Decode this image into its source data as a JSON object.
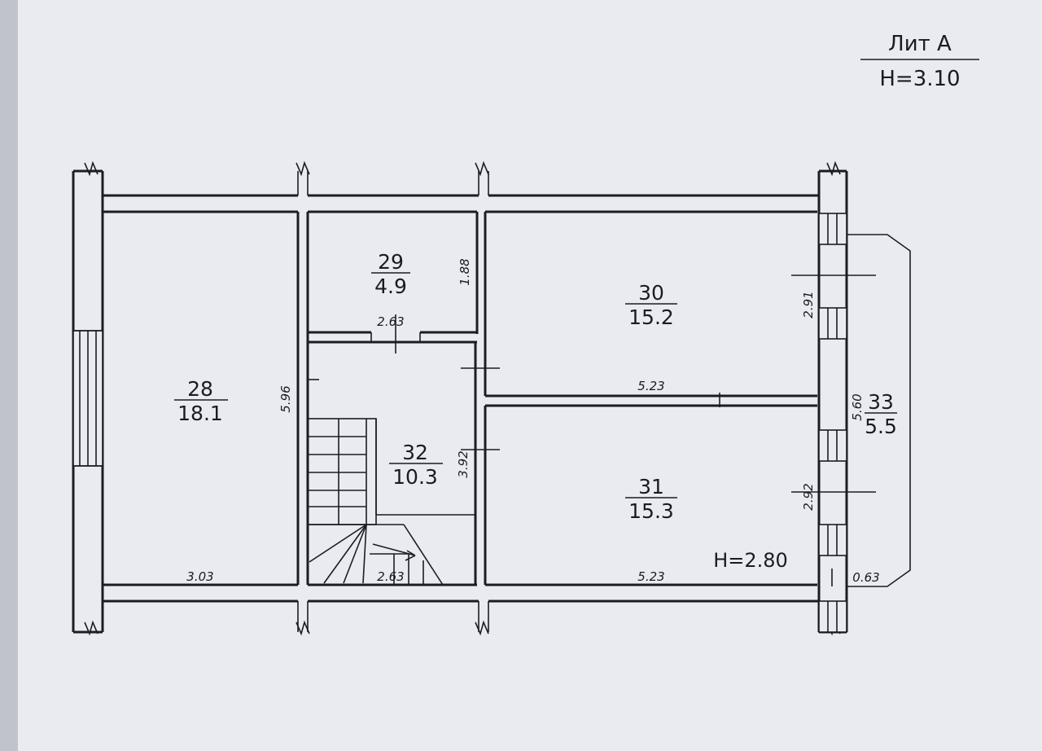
{
  "header": {
    "lit": "Лит А",
    "height": "H=3.10"
  },
  "rooms": [
    {
      "number": "28",
      "area": "18.1"
    },
    {
      "number": "29",
      "area": "4.9"
    },
    {
      "number": "30",
      "area": "15.2"
    },
    {
      "number": "31",
      "area": "15.3"
    },
    {
      "number": "32",
      "area": "10.3"
    },
    {
      "number": "33",
      "area": "5.5"
    }
  ],
  "dimensions": {
    "d_303": "3.03",
    "d_596": "5.96",
    "d_263_top": "2.63",
    "d_188": "1.88",
    "d_392": "3.92",
    "d_263_bottom": "2.63",
    "d_523_mid": "5.23",
    "d_523_bottom": "5.23",
    "d_291": "2.91",
    "d_292": "2.92",
    "d_560": "5.60",
    "d_063": "0.63"
  },
  "floor_height": "H=2.80",
  "colors": {
    "paper": "#e9ebf1",
    "ink": "#1b1d24"
  }
}
